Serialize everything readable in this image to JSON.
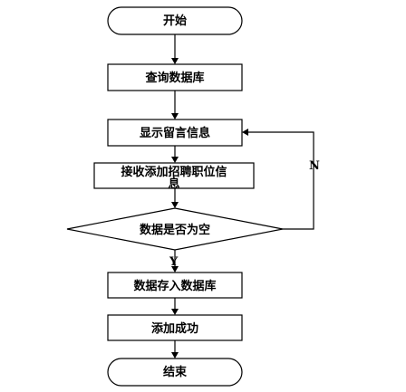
{
  "nodes": {
    "start": "开始",
    "query_db": "查询数据库",
    "show_messages": "显示留言信息",
    "receive_line1": "接收添加招聘职位信",
    "receive_line2": "息",
    "is_empty": "数据是否为空",
    "save_db": "数据存入数据库",
    "add_success": "添加成功",
    "end": "结束"
  },
  "labels": {
    "no": "N",
    "yes": "Y"
  }
}
